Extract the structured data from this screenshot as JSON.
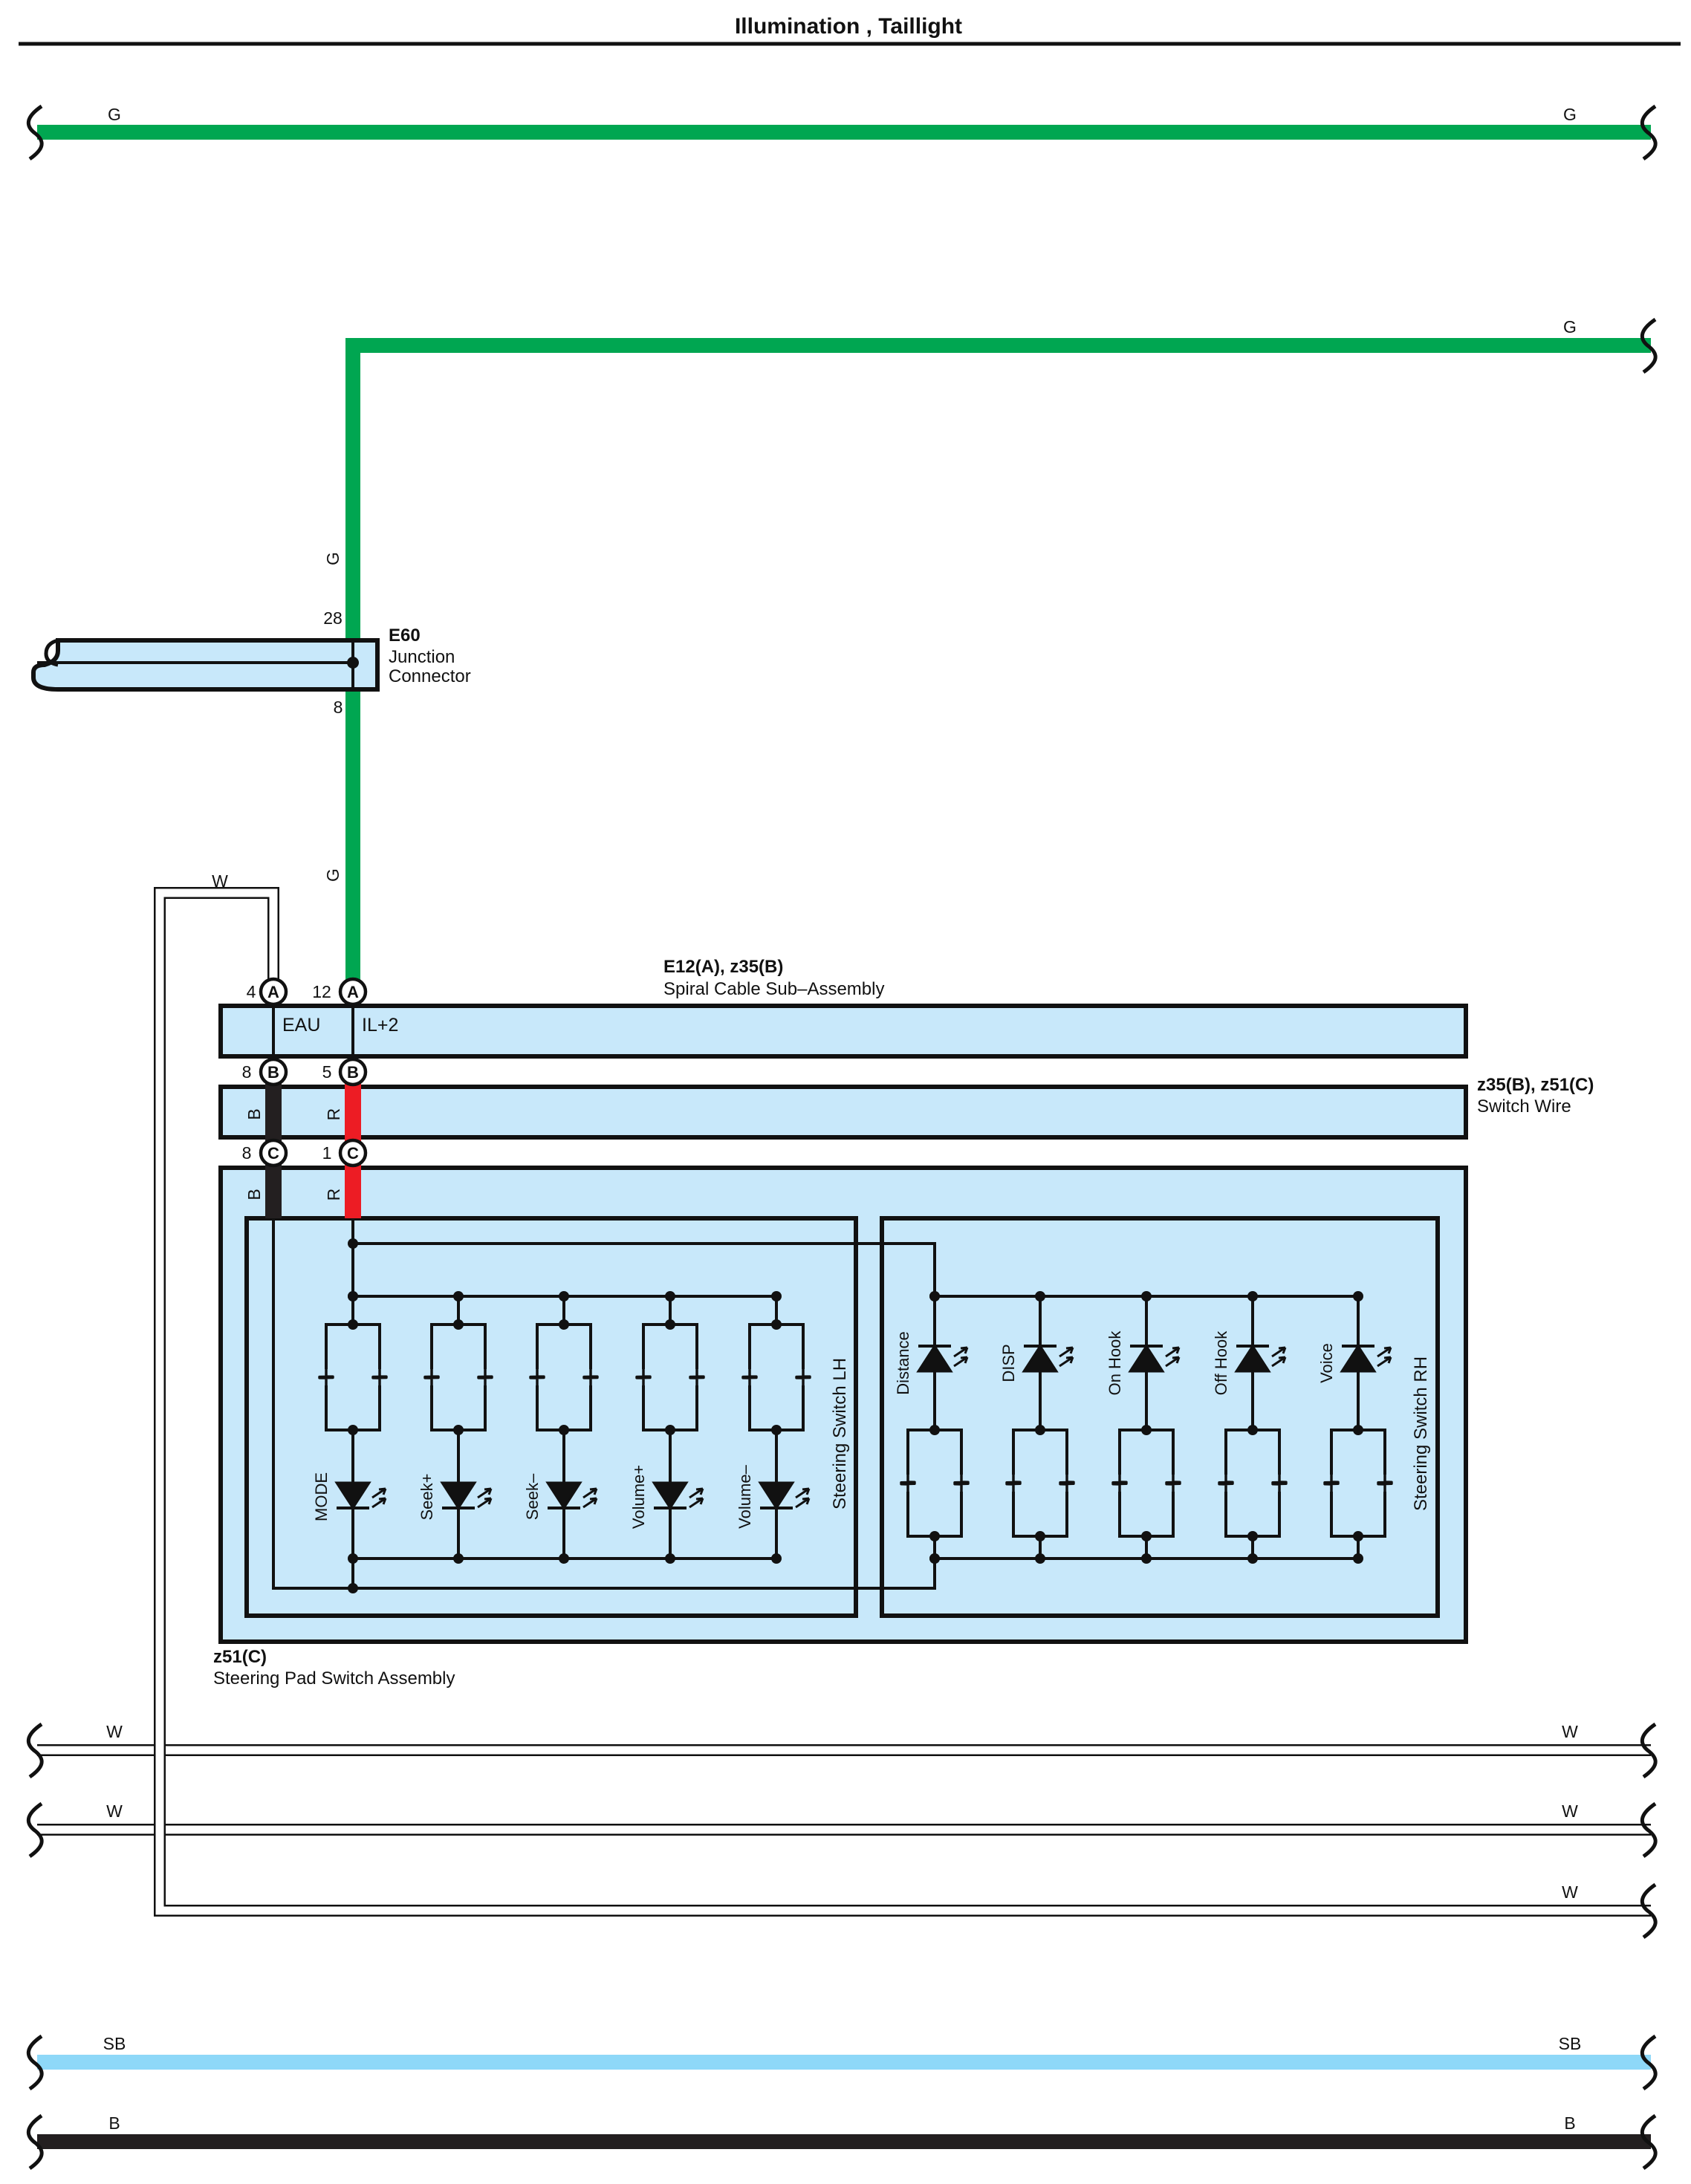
{
  "title": "Illumination , Taillight",
  "colors": {
    "G": "#00a651",
    "R": "#ed1c24",
    "B": "#231f20",
    "SB": "#8ed8f8",
    "W": "#ffffff",
    "box_fill": "#c8e8fa"
  },
  "wires": {
    "top_g_left": "G",
    "top_g_right": "G",
    "g_branch_right": "G",
    "g_vertical_upper": "G",
    "g_vertical_lower": "G",
    "w_loop": "W",
    "w1_left": "W",
    "w1_right": "W",
    "w2_left": "W",
    "w2_right": "W",
    "w3_right": "W",
    "sb_left": "SB",
    "sb_right": "SB",
    "b_left": "B",
    "b_right": "B"
  },
  "e60": {
    "id": "E60",
    "line1": "Junction",
    "line2": "Connector",
    "pin_top": "28",
    "pin_bottom": "8"
  },
  "spiral": {
    "id": "E12(A), z35(B)",
    "name": "Spiral Cable Sub–Assembly",
    "pin_eau": "4",
    "pin_il": "12",
    "term_eau": "EAU",
    "term_il": "IL+2",
    "letter": "A"
  },
  "switch_wire": {
    "id": "z35(B), z51(C)",
    "name": "Switch Wire",
    "pin_left": "8",
    "pin_right": "5",
    "wire_left": "B",
    "wire_right": "R",
    "letter": "B"
  },
  "pad": {
    "id": "z51(C)",
    "name": "Steering Pad Switch Assembly",
    "pin_left": "8",
    "pin_right": "1",
    "wire_left": "B",
    "wire_right": "R",
    "letter": "C"
  },
  "lh": {
    "label": "Steering Switch LH",
    "switches": [
      "MODE",
      "Seek+",
      "Seek–",
      "Volume+",
      "Volume–"
    ]
  },
  "rh": {
    "label": "Steering Switch RH",
    "switches": [
      "Distance",
      "DISP",
      "On Hook",
      "Off Hook",
      "Voice"
    ]
  }
}
